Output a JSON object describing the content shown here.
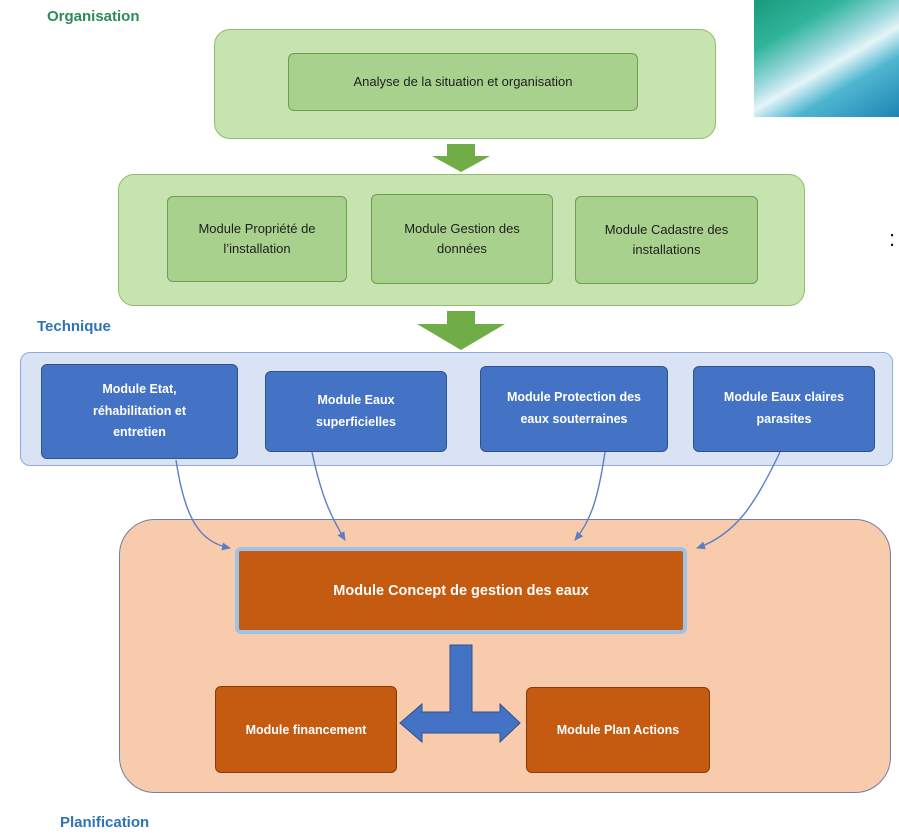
{
  "sections": {
    "organisation": "Organisation",
    "technique": "Technique",
    "planification": "Planification"
  },
  "organisation": {
    "top_box": "Analyse de la situation et organisation",
    "modules": [
      [
        "Module Propriété de",
        "l’installation"
      ],
      [
        "Module Gestion des",
        "données"
      ],
      [
        "Module Cadastre des",
        "installations"
      ]
    ]
  },
  "technique": {
    "modules": [
      [
        "Module Etat,",
        "réhabilitation et",
        "entretien"
      ],
      [
        "Module Eaux",
        "superficielles"
      ],
      [
        "Module Protection des",
        "eaux souterraines"
      ],
      [
        "Module Eaux claires",
        "parasites"
      ]
    ]
  },
  "planification": {
    "main": "Module Concept de gestion des eaux",
    "left": "Module financement",
    "right": "Module Plan Actions"
  },
  "edge_char": ":",
  "colors": {
    "green_panel": "#c7e3b0",
    "green_box": "#a9d18e",
    "green_arrow": "#70ad47",
    "blue_panel": "#dae3f3",
    "blue_box": "#4472c4",
    "orange_panel": "#f8cbad",
    "orange_box": "#c55a11",
    "connector": "#5b7fc4"
  }
}
